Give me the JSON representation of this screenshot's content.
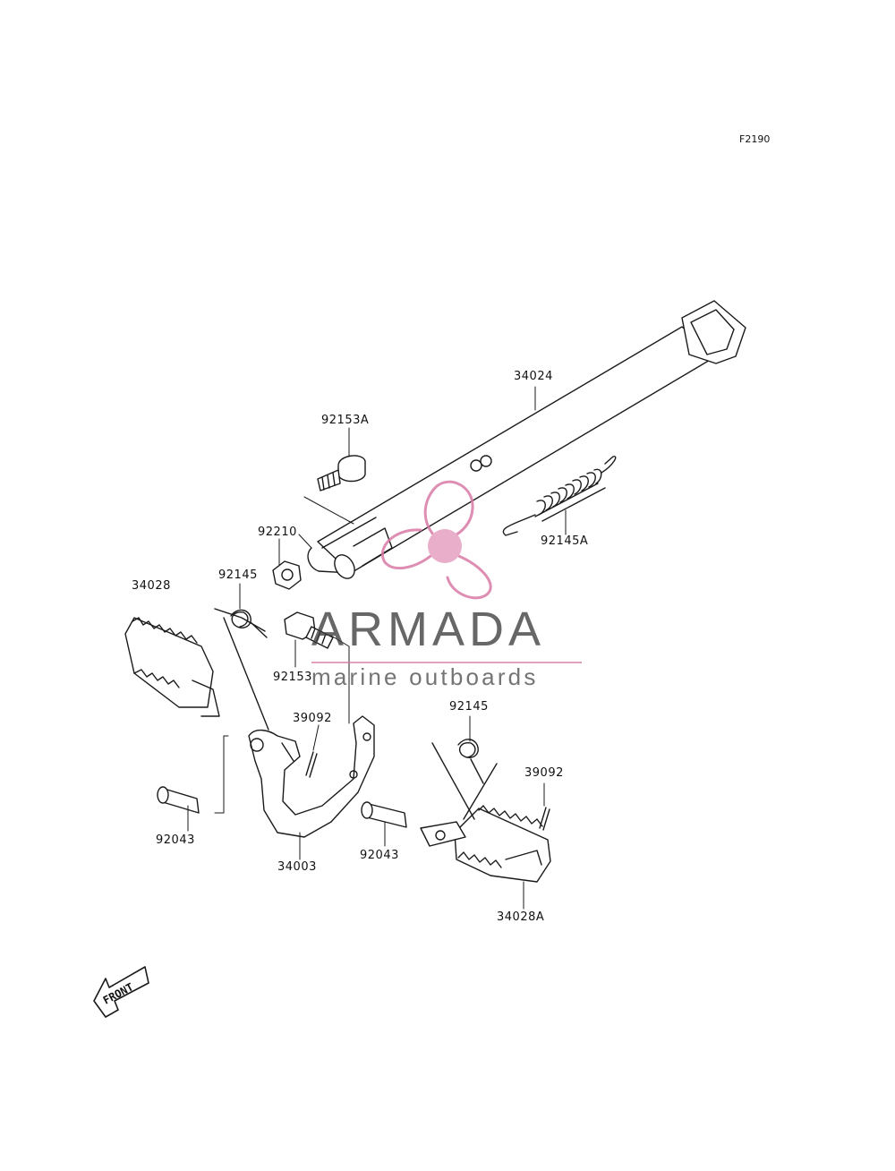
{
  "drawing_code": "F2190",
  "parts": {
    "p34024": "34024",
    "p92153A": "92153A",
    "p92210": "92210",
    "p92145A": "92145A",
    "p34028": "34028",
    "p92145_left": "92145",
    "p92153": "92153",
    "p39092_left": "39092",
    "p92043_left": "92043",
    "p34003": "34003",
    "p92145_right": "92145",
    "p39092_right": "39092",
    "p92043_right": "92043",
    "p34028A": "34028A"
  },
  "front_arrow": {
    "label": "FRONT"
  },
  "watermark": {
    "name": "ARMADA",
    "tagline": "marine outboards",
    "logo_icon": "propeller-logo-icon",
    "accent_color": "#d97aa6"
  }
}
